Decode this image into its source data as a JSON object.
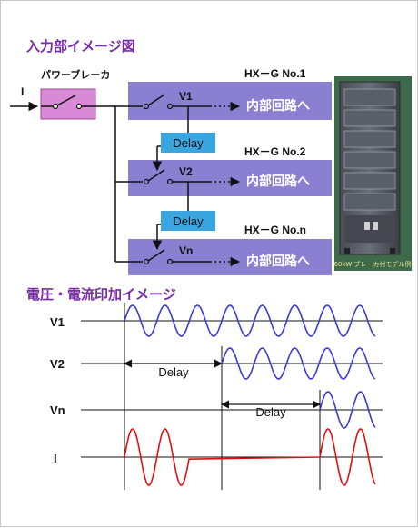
{
  "top_title": "入力部イメージ図",
  "breaker_label": "パワーブレーカ",
  "input_label": "I",
  "units": [
    {
      "name": "HX－G  No.1",
      "voltage": "V1",
      "dest": "内部回路へ"
    },
    {
      "name": "HX－G  No.2",
      "voltage": "V2",
      "dest": "内部回路へ"
    },
    {
      "name": "HX－G  No.n",
      "voltage": "Vn",
      "dest": "内部回路へ"
    }
  ],
  "delay_label": "Delay",
  "photo_caption": "60kW ブレーカ付モデル例",
  "bottom_title": "電圧・電流印加イメージ",
  "waveforms": [
    {
      "label": "V1",
      "color": "#3a3ad6"
    },
    {
      "label": "V2",
      "color": "#3a3ad6"
    },
    {
      "label": "Vn",
      "color": "#3a3ad6"
    },
    {
      "label": "I",
      "color": "#e01010"
    }
  ],
  "colors": {
    "title": "#7a2aa6",
    "breaker_fill": "#d98ad6",
    "block_fill": "#8a7fd0",
    "delay_fill": "#3aa6e0",
    "voltage_wave": "#3a3ad6",
    "current_wave": "#e01010"
  }
}
